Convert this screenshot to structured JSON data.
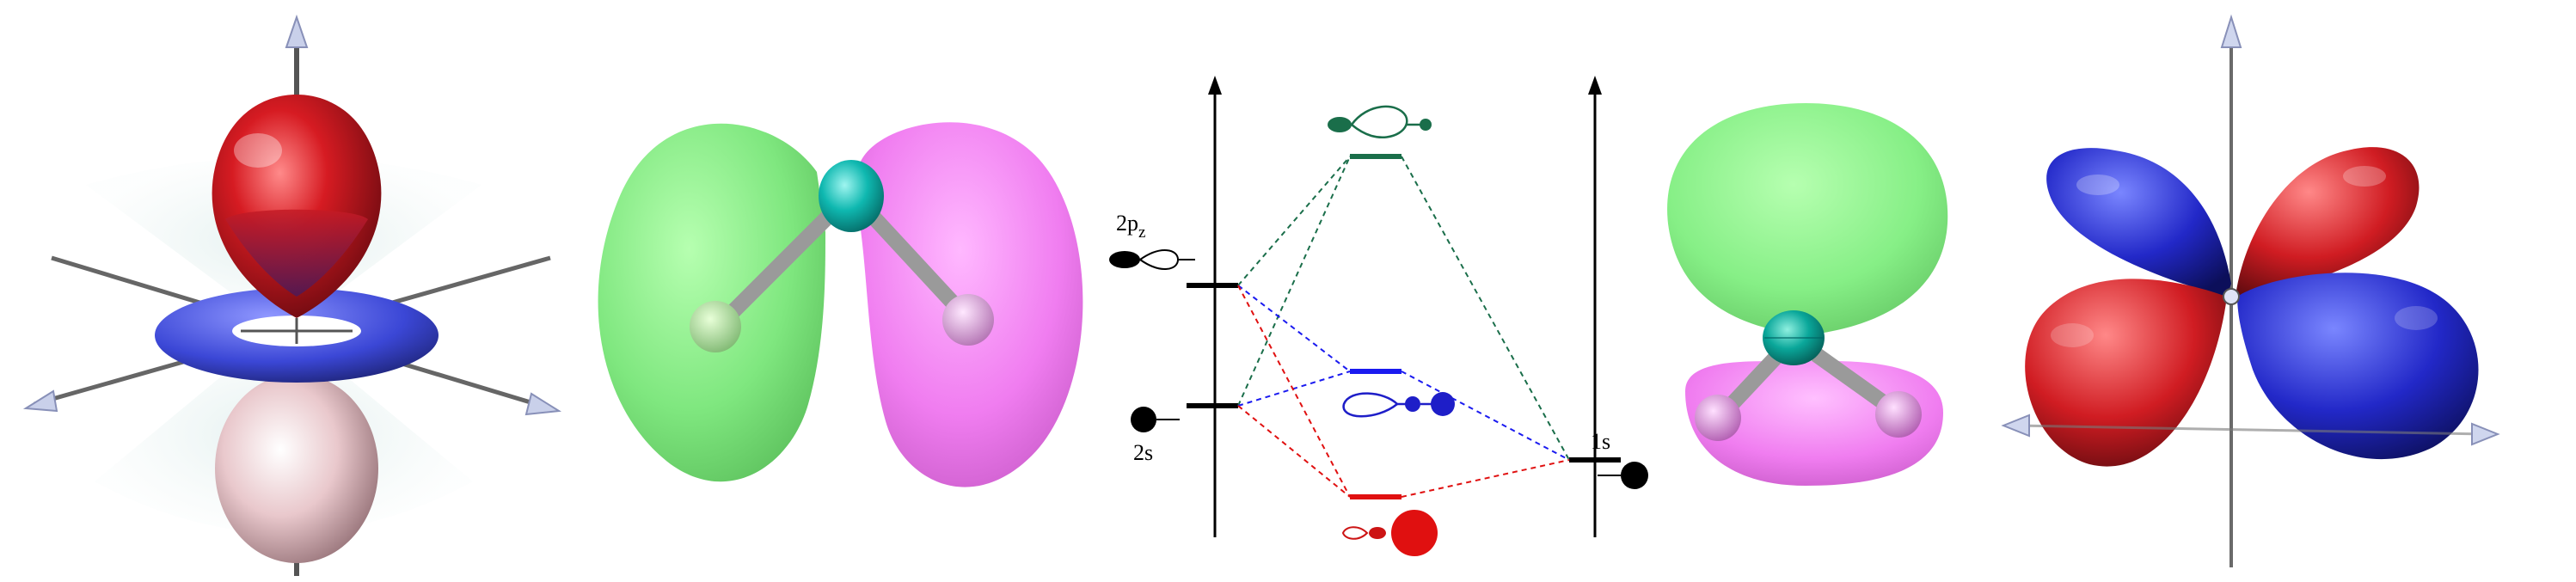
{
  "diagram": {
    "levels": {
      "left_upper": "2p",
      "left_upper_sub": "z",
      "left_lower": "2s",
      "right": "1s"
    },
    "colors": {
      "red_lobe": "#d01c22",
      "dark_red": "#7a0d12",
      "blue_torus": "#3b47d6",
      "green_lobe": "#86ef86",
      "magenta_lobe": "#f07df0",
      "teal_atom": "#0aa7a0",
      "mo_green": "#1a6e4a",
      "mo_blue": "#1a1af0",
      "mo_red": "#e01010",
      "blue_orbital": "#1e1ec8",
      "red_orbital": "#cc1414"
    }
  }
}
